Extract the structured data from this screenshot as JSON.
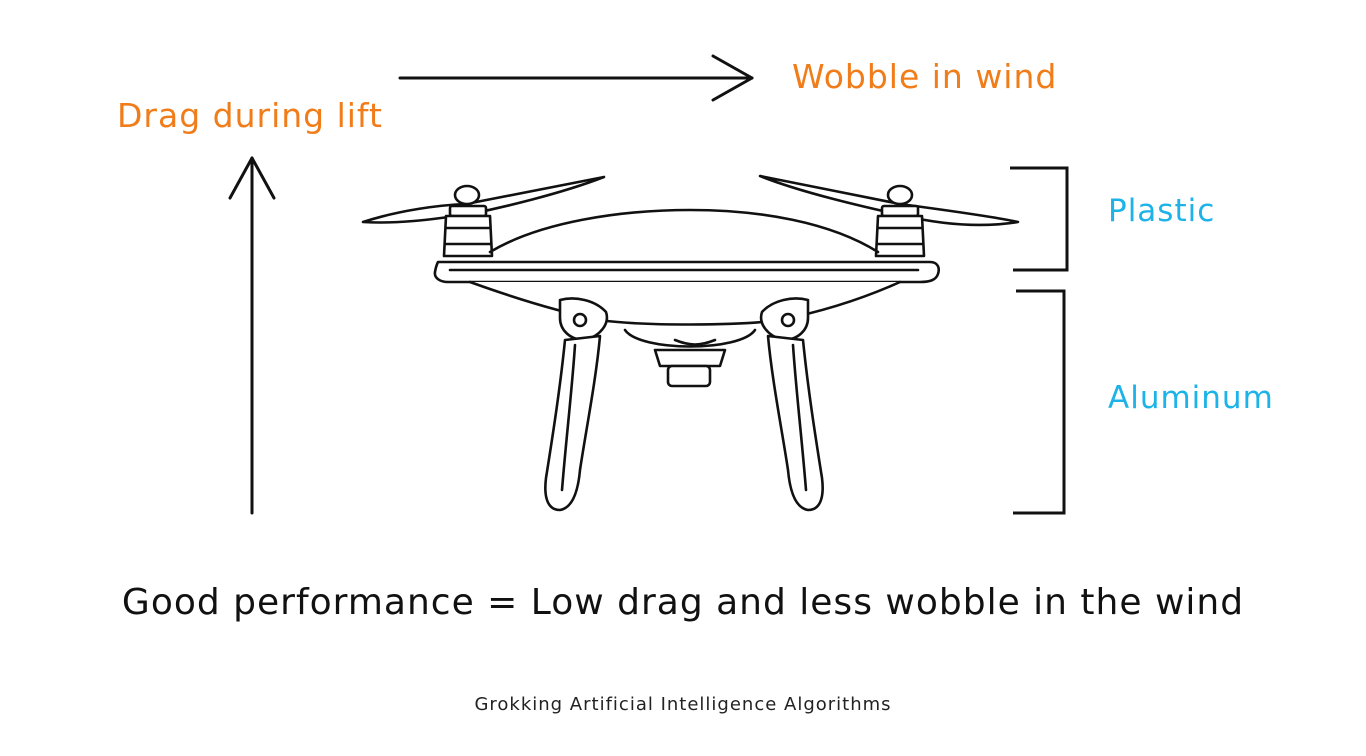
{
  "labels": {
    "drag": "Drag during lift",
    "wobble": "Wobble in wind",
    "plastic": "Plastic",
    "aluminum": "Aluminum"
  },
  "equation": "Good performance = Low drag and less wobble in the wind",
  "footer": "Grokking Artificial Intelligence Algorithms",
  "colors": {
    "annotation_orange": "#f07d1a",
    "material_blue": "#1db3e8",
    "ink": "#111111"
  },
  "icons": {
    "drone": "quadcopter-drone-icon"
  }
}
